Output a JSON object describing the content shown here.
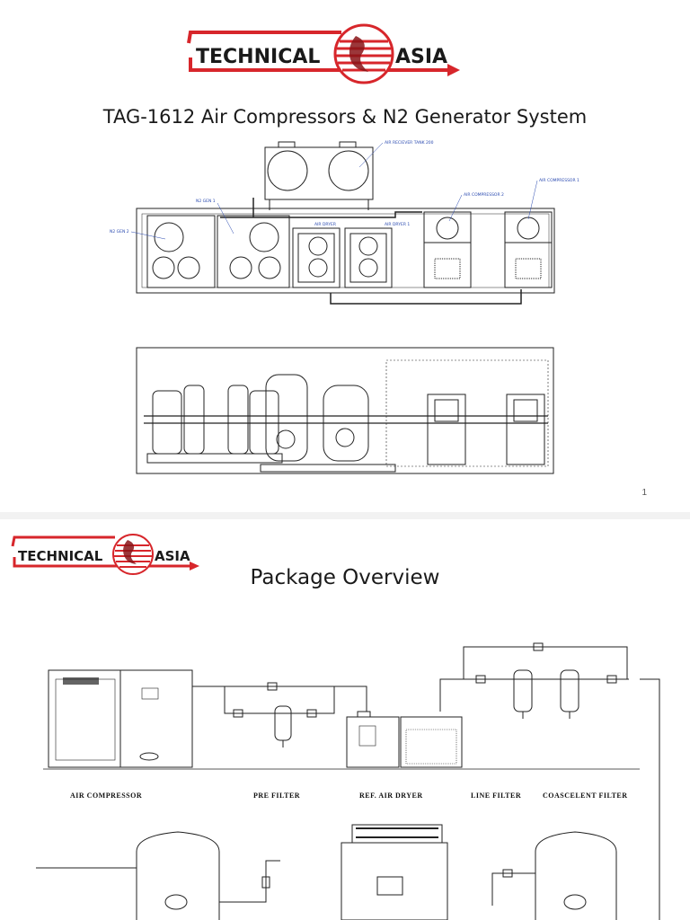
{
  "slide1": {
    "logo": {
      "left": "TECHNICAL",
      "right": "ASIA"
    },
    "title": "TAG-1612 Air Compressors & N2 Generator System",
    "page_number": "1",
    "annotations": {
      "receiver_tank": "AIR RECIEVER TANK 200",
      "air_compressor_1": "AIR COMPRESSOR 1",
      "air_compressor_2": "AIR COMPRESSOR 2",
      "n2_gen_1": "N2 GEN 1",
      "n2_gen_2": "N2 GEN 2",
      "air_dryer": "AIR DRYER",
      "air_dryer_1": "AIR DRYER 1"
    }
  },
  "slide2": {
    "logo": {
      "left": "TECHNICAL",
      "right": "ASIA"
    },
    "title": "Package Overview",
    "labels": {
      "air_compressor": "AIR COMPRESSOR",
      "pre_filter": "PRE FILTER",
      "ref_air_dryer": "REF. AIR DRYER",
      "line_filter": "LINE FILTER",
      "coascelent_filter": "COASCELENT FILTER"
    }
  },
  "colors": {
    "logo_red": "#d7262b",
    "logo_dark": "#1a1a1a",
    "drawing_line": "#222222",
    "annotation_blue": "#2a4ab0"
  }
}
